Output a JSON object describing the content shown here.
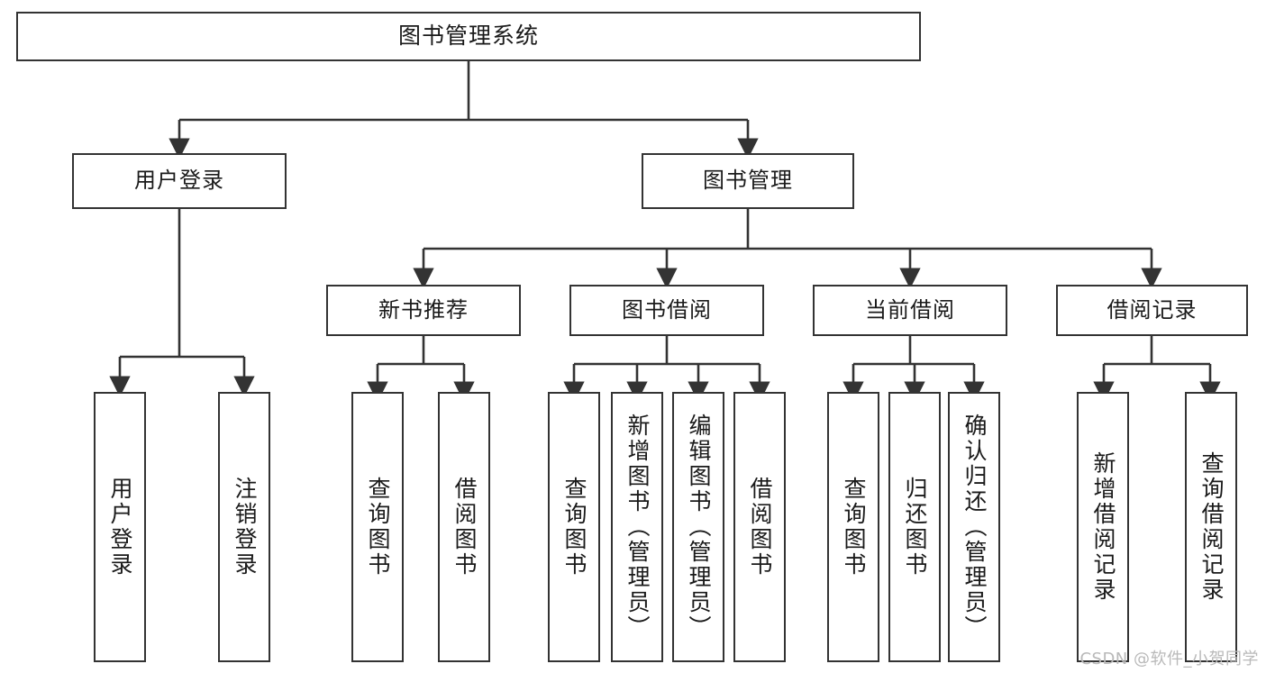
{
  "diagram": {
    "title": "图书管理系统",
    "type": "tree-structure-chart",
    "watermark": "CSDN @软件_小贺同学",
    "colors": {
      "box_border": "#333333",
      "box_fill": "#ffffff",
      "connector": "#333333",
      "text": "#1a1a1a",
      "watermark": "#b9b9b9"
    },
    "nodes": {
      "root": "图书管理系统",
      "level2": {
        "user_login": "用户登录",
        "book_manage": "图书管理"
      },
      "level3": {
        "new_book_recommend": "新书推荐",
        "book_borrow": "图书借阅",
        "current_borrow": "当前借阅",
        "borrow_record": "借阅记录"
      },
      "leaves": {
        "user_login_1": "用户登录",
        "user_login_2": "注销登录",
        "recommend_1": "查询图书",
        "recommend_2": "借阅图书",
        "borrow_1": "查询图书",
        "borrow_2": "新增图书（管理员）",
        "borrow_3": "编辑图书（管理员）",
        "borrow_4": "借阅图书",
        "current_1": "查询图书",
        "current_2": "归还图书",
        "current_3": "确认归还（管理员）",
        "record_1": "新增借阅记录",
        "record_2": "查询借阅记录"
      }
    }
  }
}
